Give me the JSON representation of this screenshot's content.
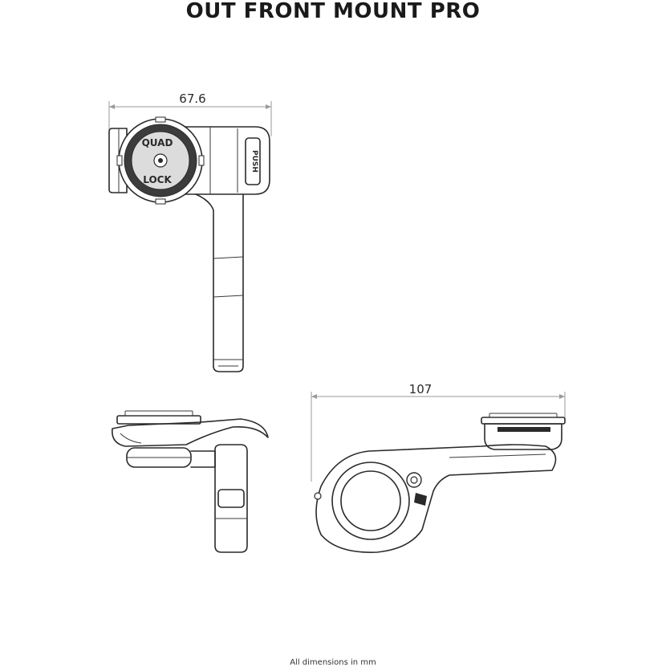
{
  "title": "OUT FRONT MOUNT PRO",
  "dimensions": {
    "width_top_view": "67.6",
    "length_side_view": "107"
  },
  "logo": {
    "line1": "QUAD",
    "line2": "LOCK"
  },
  "push_label": "PUSH",
  "footnote": "All dimensions in mm",
  "colors": {
    "line": "#2a2a2a",
    "dimension_line": "#9a9a9a",
    "accent_dark": "#3c3c3c"
  }
}
